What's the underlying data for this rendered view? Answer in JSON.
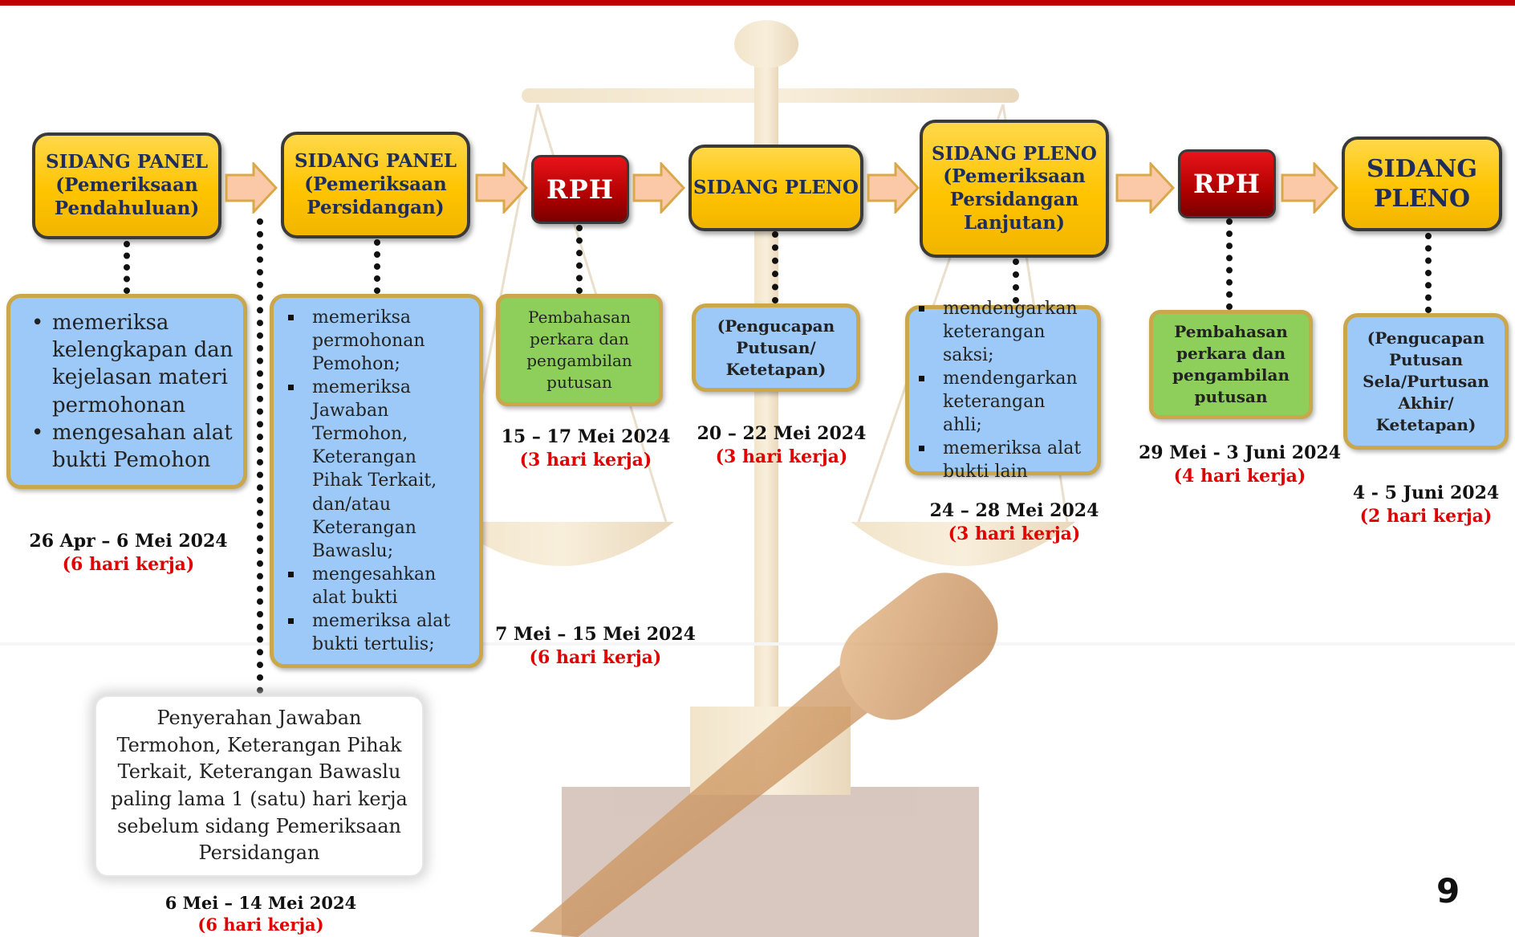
{
  "stages": {
    "s1": [
      "SIDANG PANEL",
      "(Pemeriksaan",
      "Pendahuluan)"
    ],
    "s2": [
      "SIDANG PANEL",
      "(Pemeriksaan",
      "Persidangan)"
    ],
    "s3": "RPH",
    "s4": "SIDANG PLENO",
    "s5": [
      "SIDANG  PLENO",
      "(Pemeriksaan",
      "Persidangan",
      "Lanjutan)"
    ],
    "s6": "RPH",
    "s7": [
      "SIDANG",
      "PLENO"
    ]
  },
  "details": {
    "d1": [
      "memeriksa kelengkapan dan kejelasan materi permohonan",
      "mengesahan alat bukti Pemohon"
    ],
    "d2": [
      "memeriksa permohonan Pemohon;",
      "memeriksa Jawaban Termohon, Keterangan Pihak Terkait, dan/atau Keterangan Bawaslu;",
      "mengesahkan alat bukti",
      "memeriksa alat bukti tertulis;"
    ],
    "d3": "Pembahasan perkara dan pengambilan putusan",
    "d4": "(Pengucapan Putusan/ Ketetapan)",
    "d5": [
      "mendengarkan keterangan saksi;",
      "mendengarkan keterangan ahli;",
      "memeriksa alat bukti lain"
    ],
    "d6": "Pembahasan perkara dan pengambilan putusan",
    "d7": "(Pengucapan Putusan Sela/Purtusan Akhir/ Ketetapan)",
    "note": "Penyerahan Jawaban Termohon, Keterangan Pihak Terkait, Keterangan Bawaslu paling lama 1 (satu) hari kerja sebelum sidang Pemeriksaan Persidangan"
  },
  "dates": {
    "t1": {
      "date": "26 Apr – 6  Mei 2024",
      "days": "(6 hari kerja)"
    },
    "t2": {
      "date": "7 Mei – 15 Mei 2024",
      "days": "(6 hari kerja)"
    },
    "t3": {
      "date": "15 – 17 Mei 2024",
      "days": "(3 hari kerja)"
    },
    "t4": {
      "date": "20 – 22 Mei 2024",
      "days": "(3 hari kerja)"
    },
    "t5": {
      "date": "24 – 28 Mei 2024",
      "days": "(3 hari kerja)"
    },
    "t6": {
      "date": "29 Mei - 3 Juni 2024",
      "days": "(4 hari kerja)"
    },
    "t7": {
      "date": "4 -  5 Juni 2024",
      "days": "(2 hari kerja)"
    },
    "tn": {
      "date": "6 Mei – 14 Mei 2024",
      "days": "(6 hari kerja)"
    }
  },
  "page_number": "9",
  "colors": {
    "stage": "#ffc400",
    "rph": "#c00000",
    "detail_blue": "#9cc9f8",
    "detail_green": "#8dcf5a",
    "days_text": "#e00000",
    "frame": "#c9a74a"
  }
}
